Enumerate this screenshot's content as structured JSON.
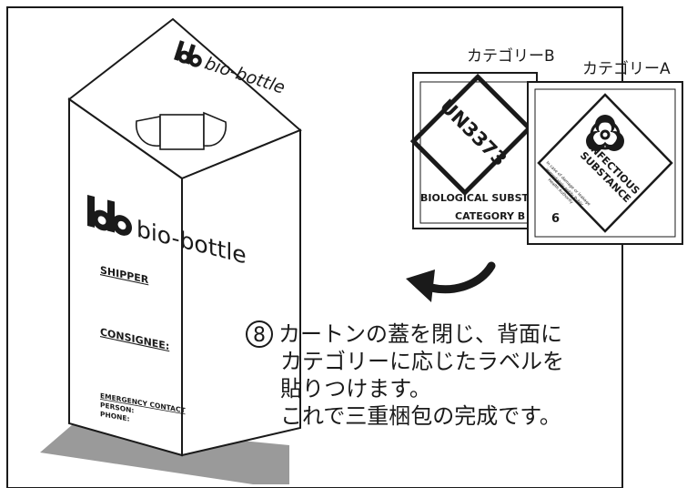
{
  "box": {
    "brand_top": "bio-bottle",
    "brand_front": "bio-bottle",
    "shipper_label": "SHIPPER",
    "consignee_label": "CONSIGNEE:",
    "emergency_lines": [
      "EMERGENCY CONTACT",
      "PERSON:",
      "PHONE:"
    ]
  },
  "labels": {
    "category_b_caption": "カテゴリーB",
    "category_a_caption": "カテゴリーA",
    "category_b": {
      "un_number": "UN3373",
      "line1": "BIOLOGICAL SUBSTA",
      "line2": "CATEGORY B"
    },
    "category_a": {
      "infectious": "INFECTIOUS",
      "substance": "SUBSTANCE",
      "class_number": "6",
      "fine_print": [
        "In case of damage or leakage",
        "immediately notify Public",
        "Health Authority"
      ]
    }
  },
  "instruction": {
    "number": "8",
    "lines": [
      "カートンの蓋を閉じ、背面に",
      "カテゴリーに応じたラベルを",
      "貼りつけます。",
      "これで三重梱包の完成です。"
    ]
  },
  "colors": {
    "ink": "#1a1a1a",
    "shadow": "#9a9a9a",
    "label_inner_bg": "#ffffff"
  }
}
